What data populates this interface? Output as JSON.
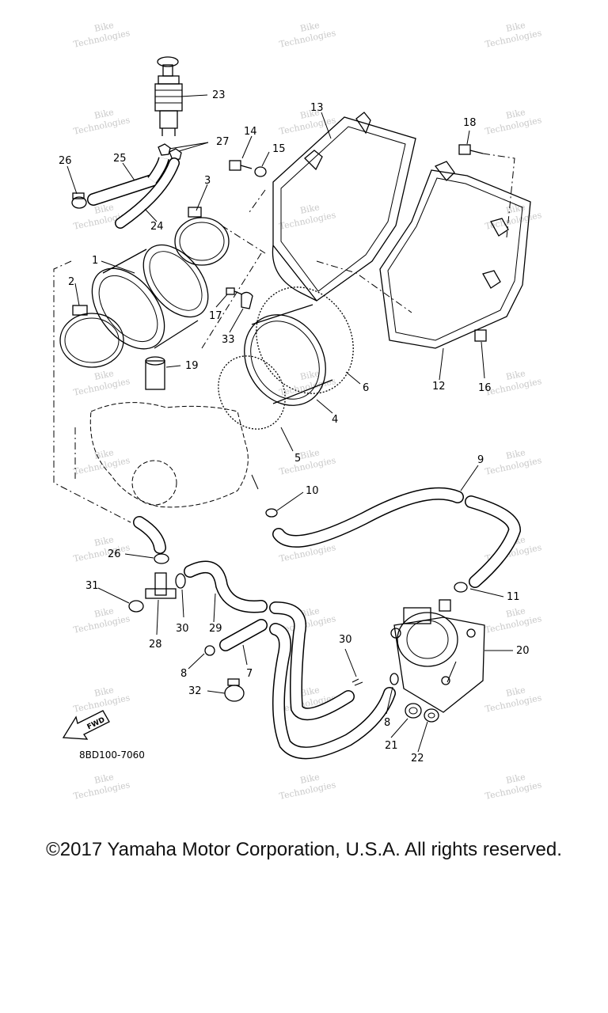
{
  "diagram": {
    "part_labels": [
      "1",
      "2",
      "3",
      "4",
      "5",
      "6",
      "7",
      "8",
      "9",
      "10",
      "11",
      "12",
      "13",
      "14",
      "15",
      "16",
      "17",
      "18",
      "19",
      "20",
      "21",
      "22",
      "23",
      "24",
      "25",
      "26",
      "27",
      "28",
      "29",
      "30",
      "31",
      "32",
      "33"
    ],
    "labels": {
      "l1": "1",
      "l2": "2",
      "l3": "3",
      "l4": "4",
      "l5": "5",
      "l6": "6",
      "l7": "7",
      "l8a": "8",
      "l8b": "8",
      "l9": "9",
      "l10": "10",
      "l11": "11",
      "l12": "12",
      "l13": "13",
      "l14": "14",
      "l15": "15",
      "l16": "16",
      "l17": "17",
      "l18": "18",
      "l19": "19",
      "l20": "20",
      "l21": "21",
      "l22": "22",
      "l23": "23",
      "l24": "24",
      "l25": "25",
      "l26a": "26",
      "l26b": "26",
      "l27": "27",
      "l28": "28",
      "l29": "29",
      "l30a": "30",
      "l30b": "30",
      "l31": "31",
      "l32": "32",
      "l33": "33"
    },
    "fwd_label": "FWD",
    "drawing_number": "8BD100-7060",
    "watermark_line1": "Bike",
    "watermark_line2": "Technologies"
  },
  "footer": {
    "copyright": "©2017 Yamaha Motor Corporation, U.S.A. All rights reserved."
  },
  "colors": {
    "line": "#000000",
    "watermark": "#c9c9c9",
    "background": "#ffffff"
  }
}
